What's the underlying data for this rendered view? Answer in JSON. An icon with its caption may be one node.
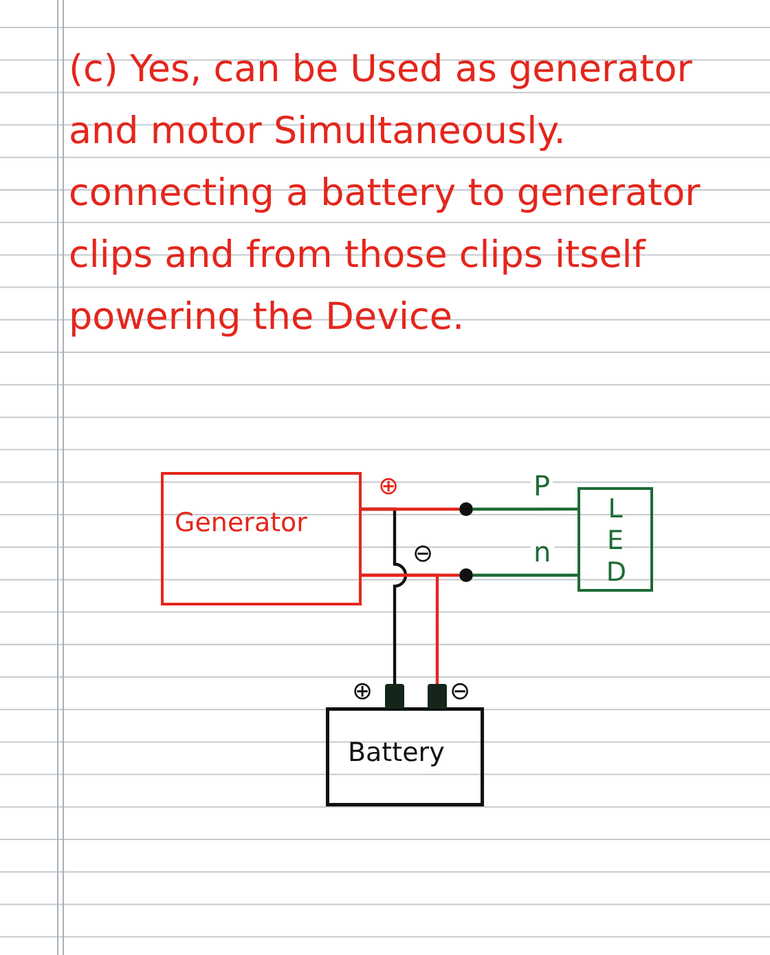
{
  "diagram": {
    "nodes": [
      {
        "text": [
          "Generator"
        ]
      },
      {
        "text": [],
        "shape": "circle"
      },
      {
        "text": [],
        "shape": "circle"
      },
      {
        "text": [
          "LED"
        ]
      },
      {
        "text": [
          "Battery"
        ]
      }
    ],
    "edges": [
      {
        "from": 0,
        "to": 1,
        "arrow": "none"
      },
      {
        "from": 0,
        "to": 2,
        "arrow": "none"
      },
      {
        "from": 1,
        "to": 3,
        "arrow": "none",
        "label": "P",
        "color": "#1e6b35"
      },
      {
        "from": 2,
        "to": 3,
        "arrow": "none",
        "label": "n",
        "color": "#1e6b35"
      },
      {
        "from": 4,
        "to": 0,
        "arrow": "none",
        "color": "#111111"
      },
      {
        "from": 4,
        "to": 0,
        "arrow": "none"
      }
    ],
    "labels": [
      "(c) Yes, can be Used as generator and motor Simultaneously. connecting a battery to generator clips and from those clips itself powering the Device.",
      "⊕",
      "⊖",
      "⊕",
      "⊖"
    ]
  }
}
